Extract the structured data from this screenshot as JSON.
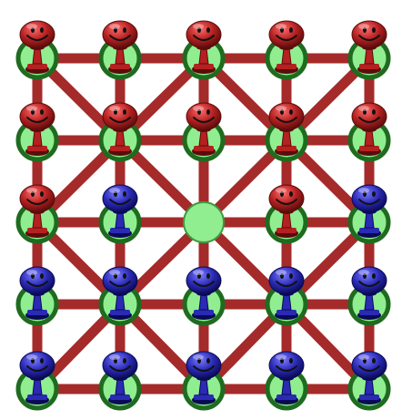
{
  "game": {
    "rows": [
      [
        "red",
        "red",
        "red",
        "red",
        "red"
      ],
      [
        "red",
        "red",
        "red",
        "red",
        "red"
      ],
      [
        "red",
        "blue",
        "empty",
        "red",
        "blue"
      ],
      [
        "blue",
        "blue",
        "blue",
        "blue",
        "blue"
      ],
      [
        "blue",
        "blue",
        "blue",
        "blue",
        "blue"
      ]
    ],
    "colors": {
      "line": "#a52a2a",
      "node_fill": "#90ee90",
      "node_ring": "#1f6b1f",
      "red_piece": "#b52020",
      "red_piece_dark": "#5a0c0c",
      "blue_piece": "#2a2ab5",
      "blue_piece_dark": "#0a0a55"
    }
  }
}
